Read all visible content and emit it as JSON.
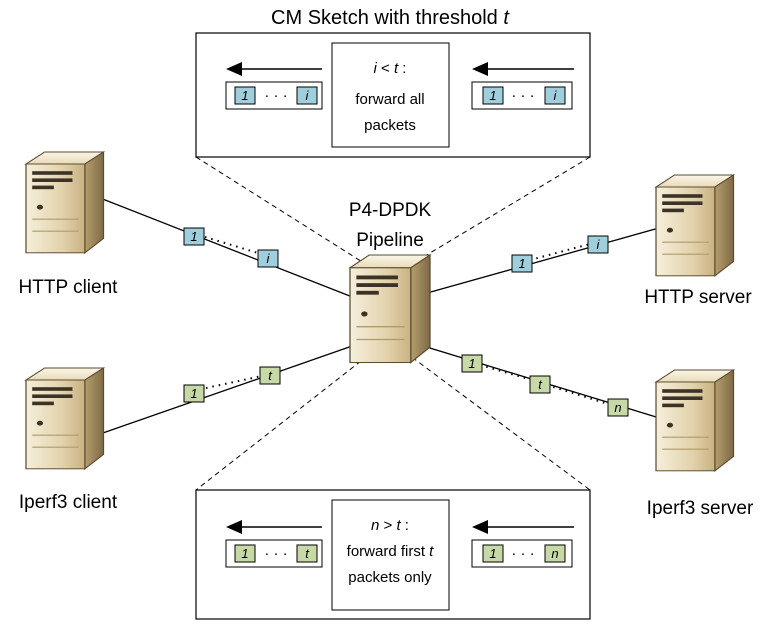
{
  "top_title": {
    "text": "CM Sketch with threshold ",
    "var": "t"
  },
  "pipeline": {
    "line1": "P4-DPDK",
    "line2": "Pipeline"
  },
  "hosts": {
    "http_client": "HTTP client",
    "http_server": "HTTP server",
    "iperf_client": "Iperf3 client",
    "iperf_server": "Iperf3 server"
  },
  "top_box": {
    "cond_var": "i",
    "cond_op": " < ",
    "cond_thr": "t",
    "cond_colon": " :",
    "line2": "forward all",
    "line3": "packets",
    "left_queue": {
      "first": "1",
      "dots": "· · ·",
      "last": "i"
    },
    "right_queue": {
      "first": "1",
      "dots": "· · ·",
      "last": "i"
    }
  },
  "bottom_box": {
    "cond_var": "n",
    "cond_op": " > ",
    "cond_thr": "t",
    "cond_colon": " :",
    "line2_prefix": "forward first ",
    "line2_var": "t",
    "line3": "packets only",
    "left_queue": {
      "first": "1",
      "dots": "· · ·",
      "last": "t"
    },
    "right_queue": {
      "first": "1",
      "dots": "· · ·",
      "last": "n"
    }
  },
  "link_packets": {
    "http_client": {
      "first": "1",
      "last": "i"
    },
    "http_server": {
      "first": "1",
      "last": "i"
    },
    "iperf_client": {
      "first": "1",
      "last": "t"
    },
    "iperf_server": {
      "first": "1",
      "mid": "t",
      "last": "n"
    }
  },
  "colors": {
    "http_packet": "#9fcfdc",
    "iperf_packet": "#c6d9a6",
    "server_light": "#efe4c8",
    "server_mid": "#cdb98c",
    "server_dark": "#8a7750",
    "outline": "#000000"
  },
  "icons": {
    "host": "server-tower-icon",
    "arrow": "left-arrow-icon"
  }
}
